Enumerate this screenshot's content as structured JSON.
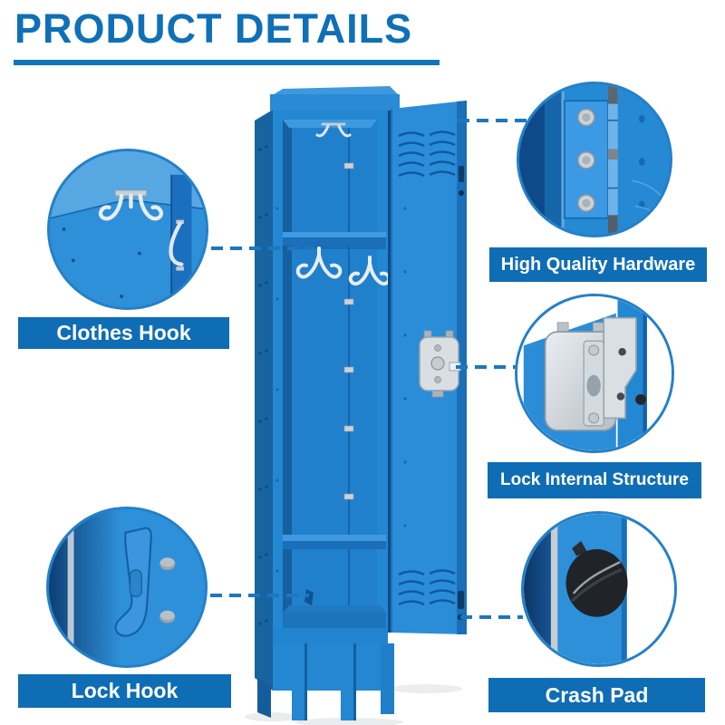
{
  "title": "PRODUCT DETAILS",
  "callouts": {
    "clothes_hook": {
      "label": "Clothes Hook"
    },
    "lock_hook": {
      "label": "Lock Hook"
    },
    "high_quality_hardware": {
      "label": "High Quality Hardware"
    },
    "lock_internal_structure": {
      "label": "Lock Internal Structure"
    },
    "crash_pad": {
      "label": "Crash Pad"
    }
  },
  "colors": {
    "title_blue": "#0F70B7",
    "banner_blue": "#0E6DB4",
    "connector_blue": "#1C77C0",
    "locker_blue": "#2590DA",
    "background": "#FFFFFF"
  }
}
